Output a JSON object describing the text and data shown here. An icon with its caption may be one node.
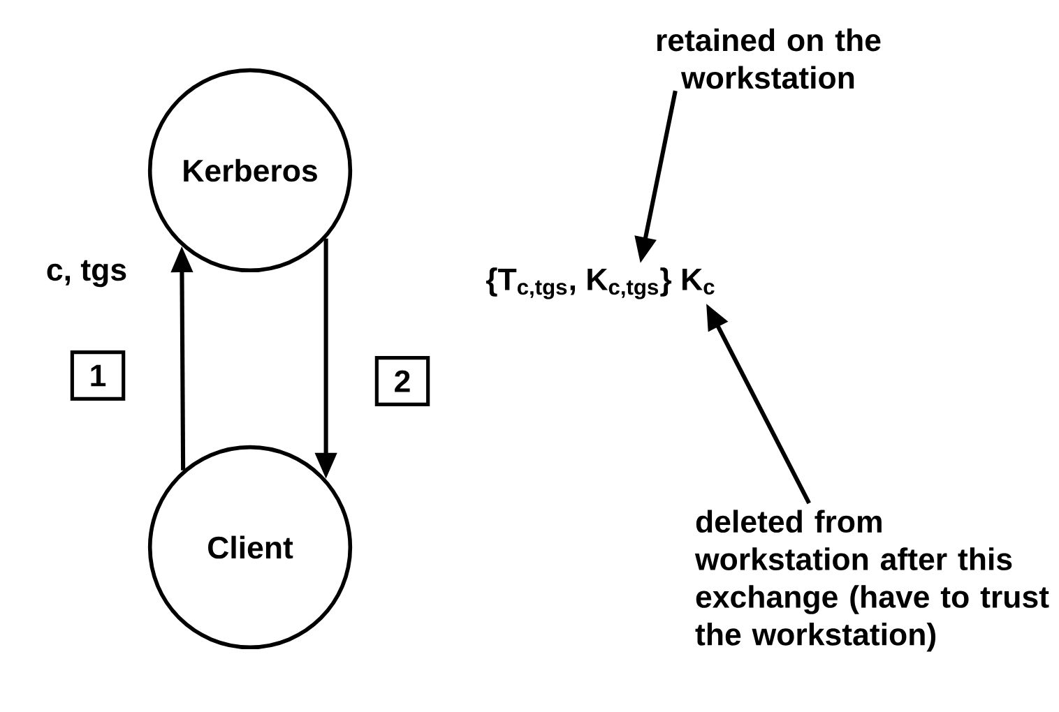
{
  "diagram": {
    "nodes": [
      {
        "text": [
          "Kerberos"
        ]
      },
      {
        "text": [
          "Client"
        ]
      },
      {
        "text": [
          "1"
        ]
      },
      {
        "text": [
          "2"
        ]
      },
      {
        "text": [
          "{T$_{c,tgs}$, K$_{c,tgs}$} K$_{c}$"
        ]
      },
      {
        "text": [
          "retained on the workstation"
        ]
      },
      {
        "text": [
          "deleted from workstation after this exchange (have to trust the workstation)"
        ]
      }
    ],
    "edges": [
      {
        "from": 1,
        "to": 0,
        "arrow": "to"
      },
      {
        "from": 0,
        "to": 1,
        "arrow": "to"
      },
      {
        "from": 5,
        "to": 4,
        "arrow": "to"
      },
      {
        "from": 6,
        "to": 4,
        "arrow": "to"
      }
    ],
    "labels": [
      "c, tgs"
    ]
  }
}
